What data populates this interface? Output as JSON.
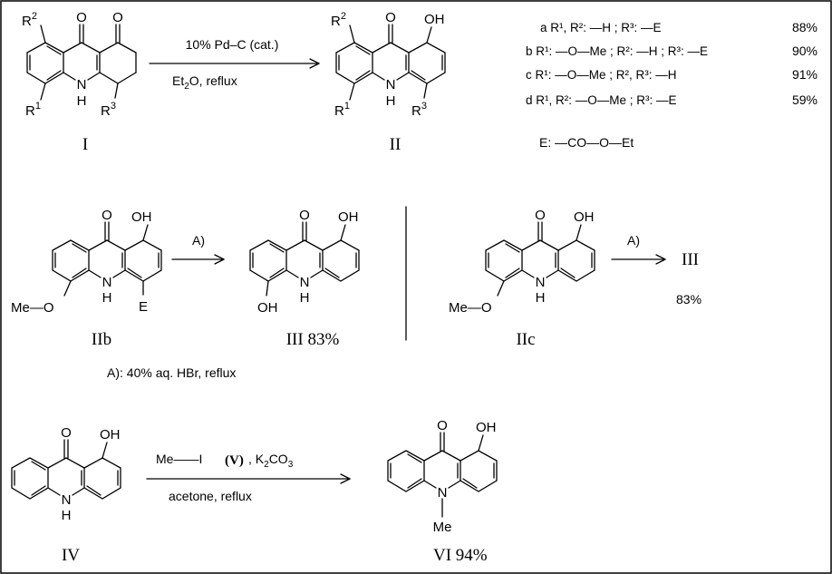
{
  "compounds": {
    "c1": {
      "label": "I",
      "r2": "R",
      "r2sup": "2",
      "r1": "R",
      "r1sup": "1",
      "r3": "R",
      "r3sup": "3",
      "o": "O",
      "nh": "H"
    },
    "c2": {
      "label": "II",
      "r2": "R",
      "r2sup": "2",
      "r1": "R",
      "r1sup": "1",
      "r3": "R",
      "r3sup": "3",
      "o": "O",
      "oh": "OH",
      "nh": "H"
    },
    "c2b": {
      "label": "IIb",
      "o": "O",
      "oh": "OH",
      "nh": "H",
      "e": "E",
      "meo": "Me—O"
    },
    "c3": {
      "label": "III 83%",
      "o": "O",
      "oh": "OH",
      "oh2": "OH",
      "nh": "H"
    },
    "c2c": {
      "label": "IIc",
      "o": "O",
      "oh": "OH",
      "nh": "H",
      "meo": "Me—O"
    },
    "c4": {
      "label": "IV",
      "o": "O",
      "oh": "OH",
      "nh": "H"
    },
    "c6": {
      "label": "VI 94%",
      "o": "O",
      "oh": "OH",
      "nme": "Me"
    }
  },
  "reactions": {
    "r1": {
      "above": "10% Pd–C (cat.)",
      "below_a": "Et",
      "below_sub": "2",
      "below_b": "O,  reflux"
    },
    "r2": {
      "above": "A)"
    },
    "r3": {
      "above": "A)",
      "product": "III",
      "yield": "83%"
    },
    "r4": {
      "me_i": "Me——I",
      "reagent": "(V)",
      "k2co3": ",  K",
      "k_sub": "2",
      "co": "CO",
      "co_sub": "3",
      "below": "acetone,  reflux"
    }
  },
  "substituents": {
    "rows": [
      {
        "id": "a",
        "text": "a R¹,  R²: —H ; R³: —E",
        "yield": "88%"
      },
      {
        "id": "b",
        "text": "b R¹: —O—Me ; R²: —H ; R³: —E",
        "yield": "90%"
      },
      {
        "id": "c",
        "text": "c R¹: —O—Me ; R²,  R³: —H",
        "yield": "91%"
      },
      {
        "id": "d",
        "text": "d R¹,  R²: —O—Me ; R³: —E",
        "yield": "59%"
      }
    ],
    "e_def": "E: —CO—O—Et"
  },
  "conditions": {
    "a_note": "A):  40% aq. HBr,  reflux"
  }
}
